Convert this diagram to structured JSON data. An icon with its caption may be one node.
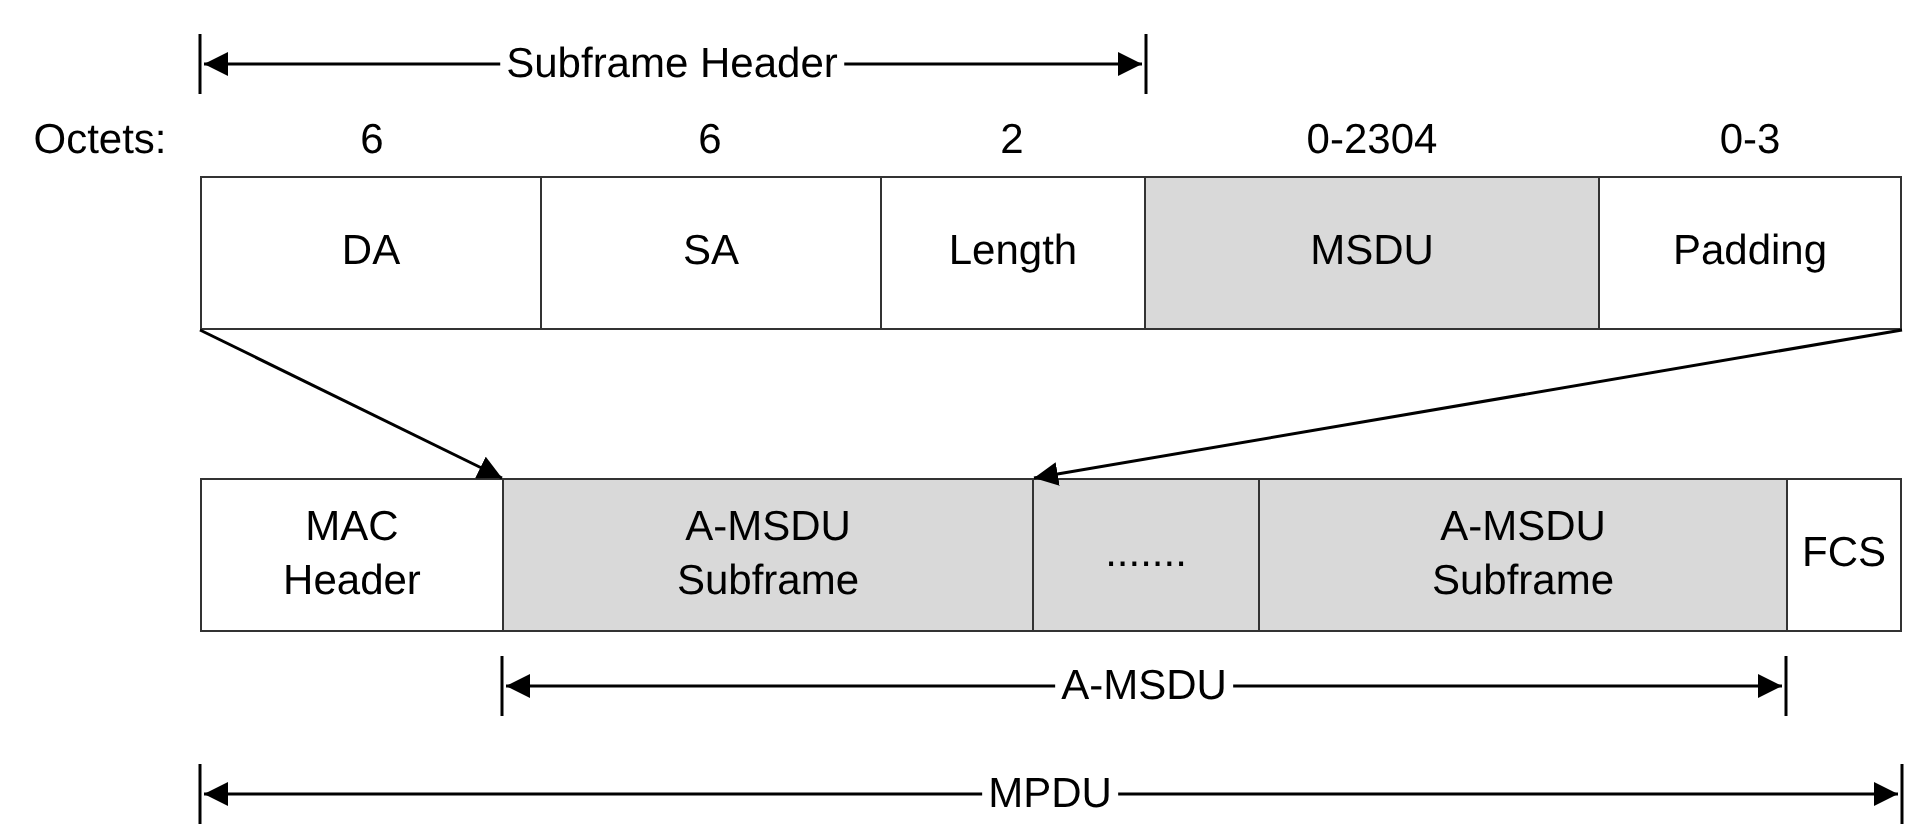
{
  "diagram": {
    "nodes": [
      {
        "text": [
          "DA"
        ]
      },
      {
        "text": [
          "SA"
        ]
      },
      {
        "text": [
          "Length"
        ]
      },
      {
        "text": [
          "MSDU"
        ]
      },
      {
        "text": [
          "Padding"
        ]
      },
      {
        "text": [
          "MAC Header"
        ]
      },
      {
        "text": [
          "A-MSDU Subframe"
        ]
      },
      {
        "text": [
          "......."
        ]
      },
      {
        "text": [
          "A-MSDU Subframe"
        ]
      },
      {
        "text": [
          "FCS"
        ]
      }
    ],
    "edges": [
      {
        "from": 0,
        "to": 6,
        "arrow": "to"
      },
      {
        "from": 4,
        "to": 6,
        "arrow": "to"
      }
    ],
    "labels": [
      "Subframe Header",
      "Octets:",
      "6",
      "6",
      "2",
      "0-2304",
      "0-3",
      "A-MSDU",
      "MPDU"
    ]
  }
}
